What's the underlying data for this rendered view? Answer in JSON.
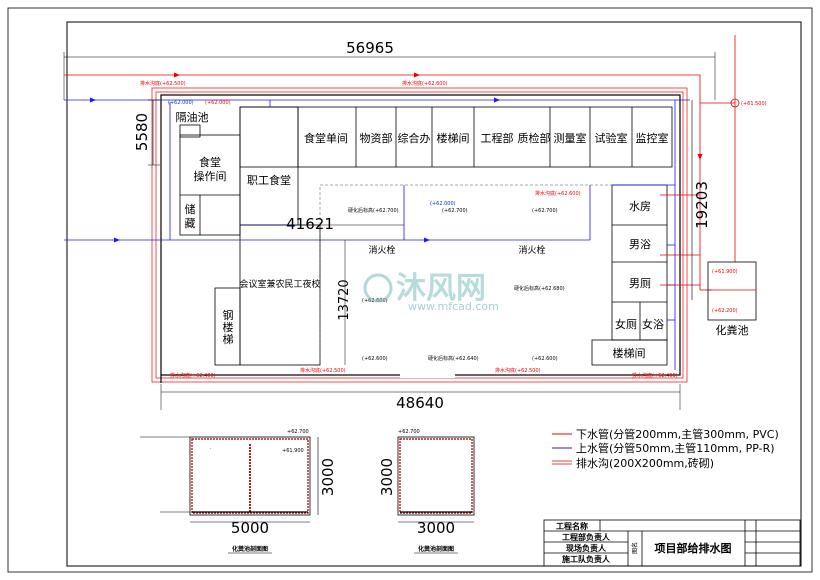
{
  "dimensions": {
    "total_width": "56965",
    "inner_width": "41621",
    "bottom_width": "48640",
    "left_height": "5580",
    "right_height": "19203",
    "center_height": "13720",
    "septic_large_width": "5000",
    "septic_large_height": "3000",
    "septic_small_width": "3000",
    "septic_small_height": "3000"
  },
  "rooms": {
    "oil_trap": "隔油池",
    "food_prep": "食堂操作间",
    "food_prep_line1": "食堂",
    "food_prep_line2": "操作间",
    "storage_line1": "储",
    "storage_line2": "藏",
    "staff_canteen": "职工食堂",
    "canteen_private": "食堂单间",
    "materials": "物资部",
    "general_office": "综合办",
    "stairwell_top": "楼梯间",
    "engineering": "工程部",
    "quality": "质检部",
    "survey": "测量室",
    "lab": "试验室",
    "monitor": "监控室",
    "water_room": "水房",
    "mens_bath": "男浴",
    "mens_toilet": "男厕",
    "womens_toilet": "女厕",
    "womens_bath": "女浴",
    "stairwell_bottom": "楼梯间",
    "meeting_school": "会议室兼农民工夜校",
    "steel_stair_1": "钢",
    "steel_stair_2": "楼",
    "steel_stair_3": "梯",
    "septic_tank": "化粪池",
    "hydrant_left": "消火栓",
    "hydrant_right": "消火栓"
  },
  "annotations": {
    "drain_top_left": "排水沟底(+62.500)",
    "drain_top_mid": "排水沟底(+62.600)",
    "drain_bot_left": "排水沟底(+62.400)",
    "drain_bot_mid": "排水沟底(+62.500)",
    "drain_bot_mid2": "排水沟底(+62.500)",
    "drain_bot_right": "排水沟底(+62.400)",
    "drain_right_mid": "排水沟底(+62.600)",
    "level_top_a": "(+62.000)",
    "level_top_b": "(+62.000)",
    "level_septic_right": "(+61.500)",
    "level_septic_top": "(+61.900)",
    "level_septic_bot": "(+62.200)",
    "yard_1": "硬化后标高(+62.700)",
    "yard_2": "(+62.000)",
    "yard_3": "(+62.700)",
    "yard_4": "(+62.700)",
    "yard_5": "(+62.600)",
    "yard_6": "硬化后标高(+62.680)",
    "yard_7": "(+62.600)",
    "yard_8": "硬化后标高(+62.640)",
    "yard_9": "(+62.600)",
    "level_fp_1": "+62.700",
    "level_fp_2": "+61.900",
    "level_fp_3": "+62.700"
  },
  "sections": {
    "large_caption": "化粪池剖面图",
    "small_caption": "化粪池剖面图"
  },
  "legend": {
    "drain_pipe": "下水管(分管200mm,主管300mm, PVC)",
    "supply_pipe": "上水管(分管50mm,主管110mm, PP-R)",
    "ditch": "排水沟(200X200mm,砖砌)"
  },
  "title_block": {
    "project_name": "工程名称",
    "dept_head": "工程部负责人",
    "site_head": "现场负责人",
    "construction_head": "施工队负责人",
    "drawing_name_label": "图名",
    "drawing_title": "项目部给排水图"
  },
  "watermark": {
    "brand": "沐风网",
    "url": "www.mfcad.com"
  },
  "colors": {
    "drain_pipe": "#e00000",
    "supply_pipe": "#1a1aff",
    "ditch": "#e00000",
    "walls": "#000000",
    "brick": "#b02020"
  }
}
